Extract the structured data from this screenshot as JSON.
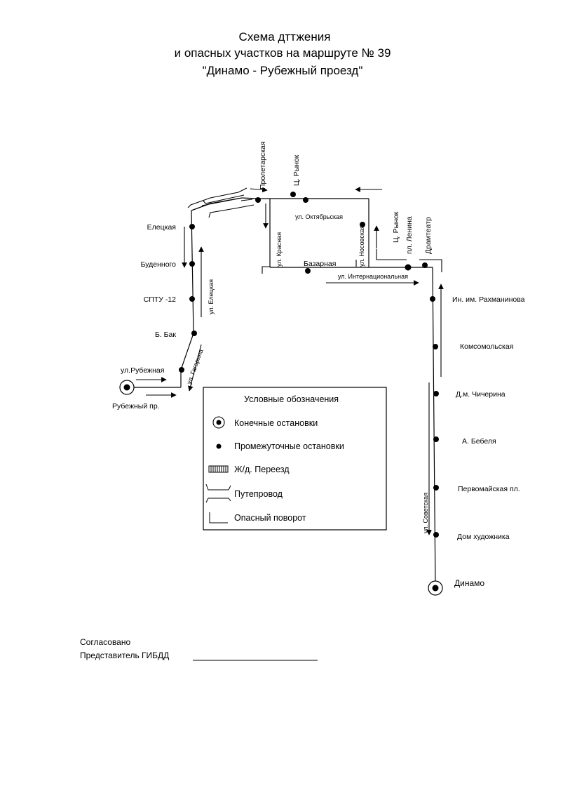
{
  "title": {
    "line1": "Схема дттжения",
    "line2": "и опасных участков на маршруте № 39",
    "line3": "\"Динамо - Рубежный проезд\""
  },
  "terminals": {
    "start": "Рубежный пр.",
    "end": "Динамо"
  },
  "stops": {
    "proletarskaya": "Пролетарская",
    "ts_rynok_top": "Ц. Рынок",
    "eletskaya": "Елецкая",
    "budennogo": "Буденного",
    "sptu": "СПТУ -12",
    "b_bak": "Б. Бак",
    "bazarnaya": "Базарная",
    "ts_rynok_right": "Ц. Рынок",
    "pl_lenina": "пл. Ленина",
    "dramteatr": "Драмтеатр",
    "rakhmaninova": "Ин. им. Рахманинова",
    "komsomolskaya": "Комсомольская",
    "chicherina": "Д.м. Чичерина",
    "bebelya": "А. Бебеля",
    "pervomaiskaya": "Первомайская пл.",
    "dom_khudozhnika": "Дом художника"
  },
  "streets": {
    "rubezhnaya": "ул.Рубежная",
    "gagarina": "ул. Гагарина",
    "eletskaya": "ул. Елецкая",
    "oktyabrskaya": "ул. Октябрьская",
    "krasnaya": "ул. Красная",
    "nosovskaya": "ул. Носовская",
    "internatsionalnaya": "ул. Интернациональная",
    "sovetskaya": "ул. Советская"
  },
  "legend": {
    "heading": "Условные обозначения",
    "items": [
      {
        "symbol": "terminal-stop",
        "label": "Конечные остановки"
      },
      {
        "symbol": "intermediate-stop",
        "label": "Промежуточные остановки"
      },
      {
        "symbol": "railway-crossing",
        "label": "Ж/д. Переезд"
      },
      {
        "symbol": "overpass",
        "label": "Путепровод"
      },
      {
        "symbol": "dangerous-turn",
        "label": "Опасный поворот"
      }
    ]
  },
  "signature": {
    "agreed": "Согласовано",
    "representative": "Представитель ГИБДД"
  },
  "colors": {
    "ink": "#000000",
    "paper": "#ffffff"
  }
}
